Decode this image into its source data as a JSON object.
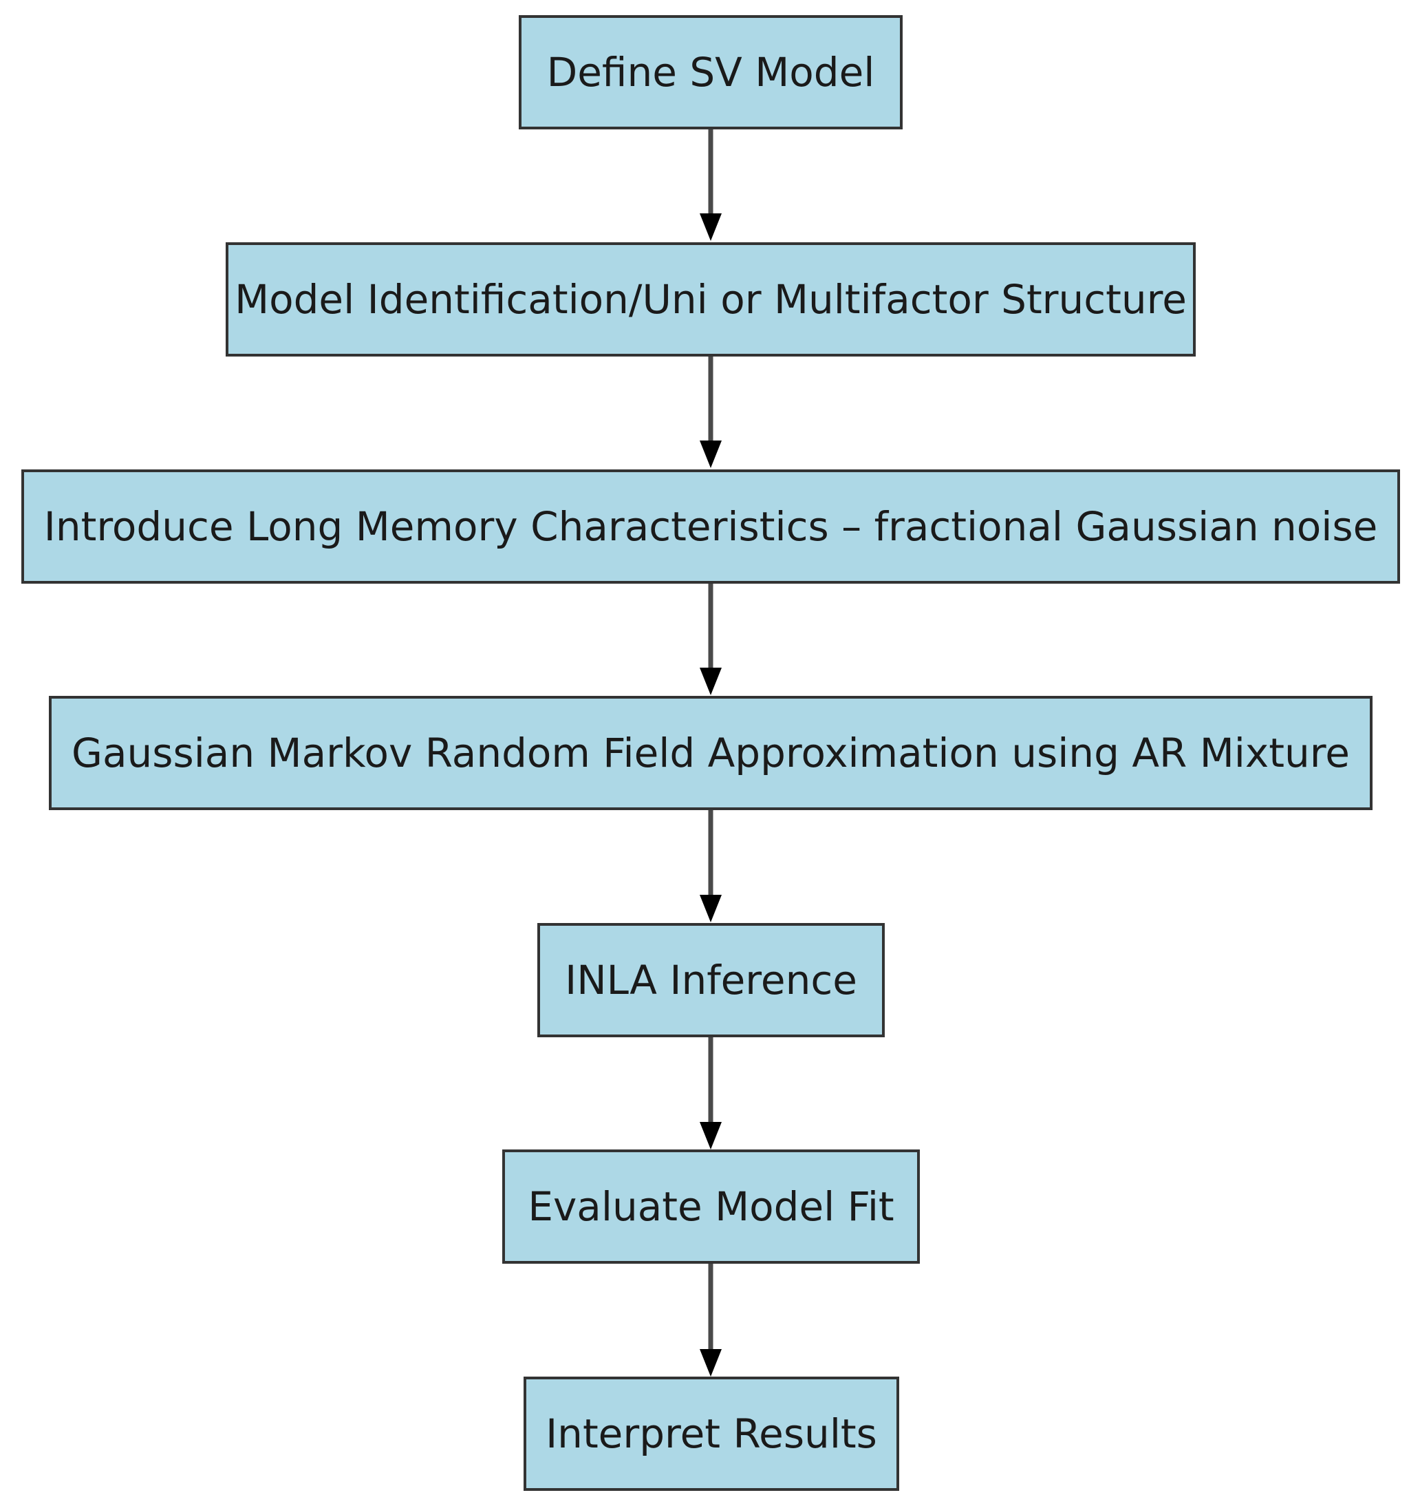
{
  "diagram": {
    "type": "flowchart",
    "direction": "top-to-bottom",
    "colors": {
      "node_fill": "#add8e6",
      "node_border": "#333333",
      "edge": "#4a4a4a",
      "arrowhead": "#000000",
      "background": "#ffffff"
    },
    "nodes": [
      {
        "id": "n1",
        "label": "Define SV Model"
      },
      {
        "id": "n2",
        "label": "Model Identification/Uni or Multifactor Structure"
      },
      {
        "id": "n3",
        "label": "Introduce Long Memory Characteristics – fractional Gaussian noise"
      },
      {
        "id": "n4",
        "label": "Gaussian Markov Random Field Approximation using AR Mixture"
      },
      {
        "id": "n5",
        "label": "INLA Inference"
      },
      {
        "id": "n6",
        "label": "Evaluate Model Fit"
      },
      {
        "id": "n7",
        "label": "Interpret Results"
      }
    ],
    "edges": [
      {
        "from": "n1",
        "to": "n2"
      },
      {
        "from": "n2",
        "to": "n3"
      },
      {
        "from": "n3",
        "to": "n4"
      },
      {
        "from": "n4",
        "to": "n5"
      },
      {
        "from": "n5",
        "to": "n6"
      },
      {
        "from": "n6",
        "to": "n7"
      }
    ]
  }
}
